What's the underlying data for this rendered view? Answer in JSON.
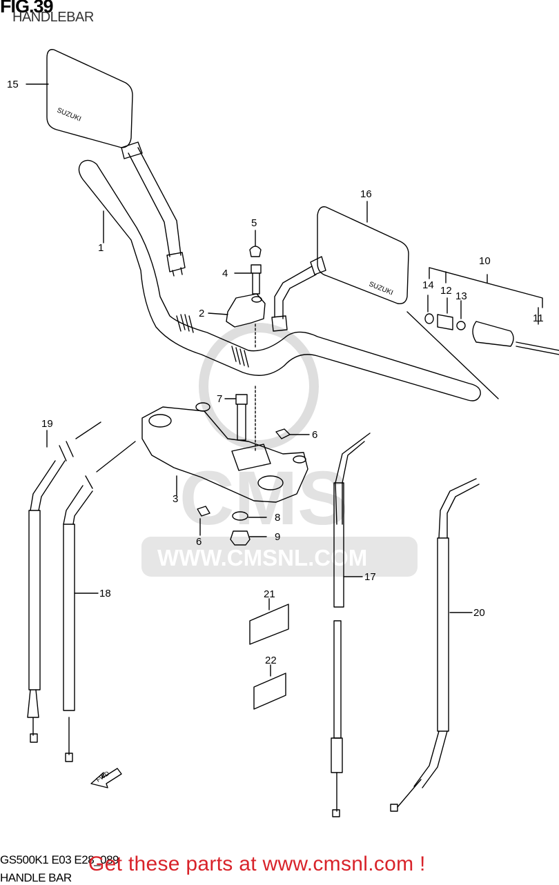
{
  "figure": {
    "title": "FIG.39",
    "subtitle": "HANDLEBAR"
  },
  "watermark": {
    "brand": "CMS",
    "url": "WWW.CMSNL.COM"
  },
  "fwd_label": "FWD",
  "mirror_brand": "SUZUKI",
  "callouts": [
    {
      "id": "c1",
      "label": "1"
    },
    {
      "id": "c2",
      "label": "2"
    },
    {
      "id": "c3",
      "label": "3"
    },
    {
      "id": "c4",
      "label": "4"
    },
    {
      "id": "c5",
      "label": "5"
    },
    {
      "id": "c6a",
      "label": "6"
    },
    {
      "id": "c6b",
      "label": "6"
    },
    {
      "id": "c7",
      "label": "7"
    },
    {
      "id": "c8",
      "label": "8"
    },
    {
      "id": "c9",
      "label": "9"
    },
    {
      "id": "c10",
      "label": "10"
    },
    {
      "id": "c11",
      "label": "11"
    },
    {
      "id": "c12",
      "label": "12"
    },
    {
      "id": "c13",
      "label": "13"
    },
    {
      "id": "c14",
      "label": "14"
    },
    {
      "id": "c15",
      "label": "15"
    },
    {
      "id": "c16",
      "label": "16"
    },
    {
      "id": "c17",
      "label": "17"
    },
    {
      "id": "c18",
      "label": "18"
    },
    {
      "id": "c19",
      "label": "19"
    },
    {
      "id": "c20",
      "label": "20"
    },
    {
      "id": "c21",
      "label": "21"
    },
    {
      "id": "c22",
      "label": "22"
    }
  ],
  "footer": {
    "model_code": "GS500K1 E03 E28_089",
    "section_name": "HANDLE BAR",
    "promo": "Get these parts at www.cmsnl.com !"
  },
  "colors": {
    "promo": "#d8232a",
    "line": "#000000",
    "watermark": "#d8d8d8"
  }
}
